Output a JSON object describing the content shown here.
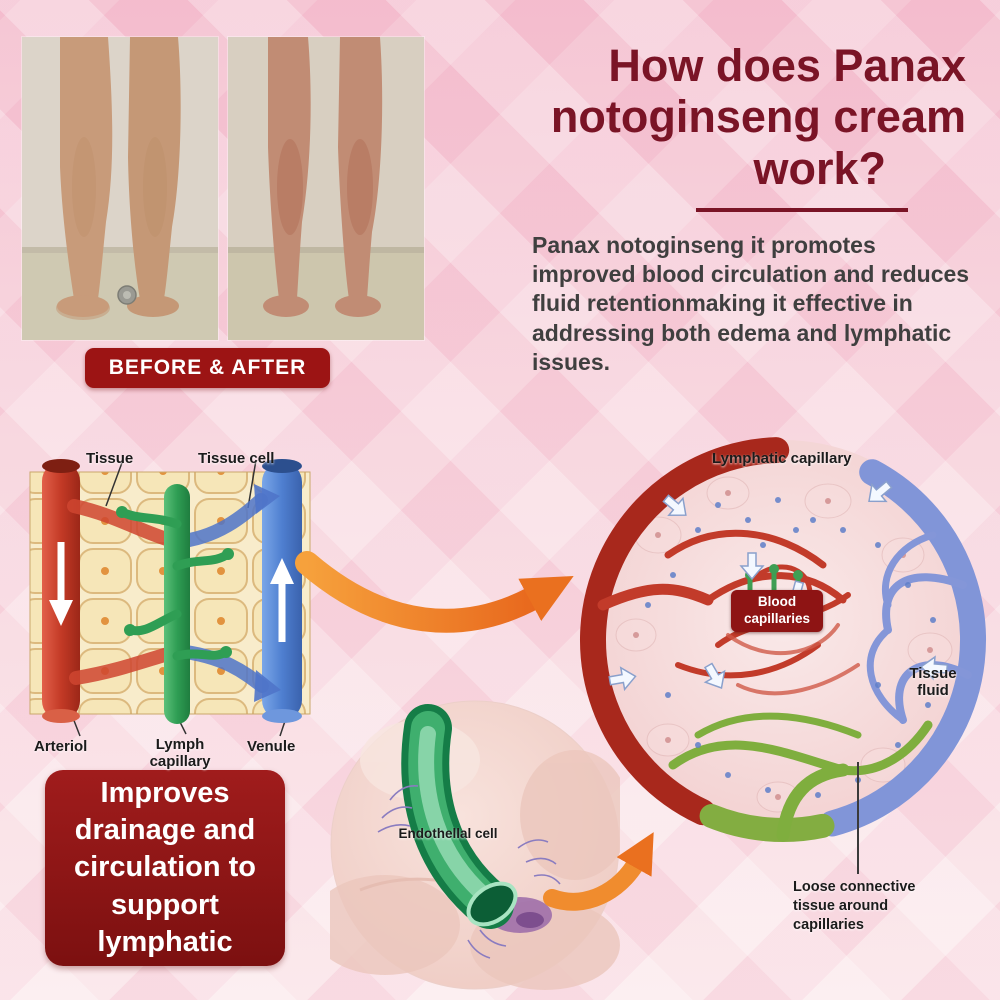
{
  "colors": {
    "accent_dark_red": "#8e1414",
    "heading_maroon": "#7a1426",
    "orange_arrow": "#ea701f",
    "background_pink": "#f6cdd9"
  },
  "header": {
    "title_lines": [
      "How does Panax",
      "notoginseng cream",
      "work?"
    ],
    "paragraph": "Panax notoginseng it promotes improved blood circulation and reduces fluid retentionmaking it effective in addressing both edema and lymphatic issues."
  },
  "before_after": {
    "badge_label": "BEFORE & AFTER"
  },
  "tissue_diagram": {
    "label_tissue": "Tissue",
    "label_tissue_cell": "Tissue cell",
    "label_arteriol": "Arteriol",
    "label_lymph_capillary": "Lymph\ncapillary",
    "label_venule": "Venule"
  },
  "capillary_diagram": {
    "label_lymphatic_capillary": "Lymphatic capillary",
    "label_blood_capillaries": "Blood\ncapillaries",
    "label_tissue_fluid": "Tissue\nfluid",
    "label_loose_connective": "Loose connective tissue around capillaries"
  },
  "endothelial_diagram": {
    "label_endothelial_cell": "Endothellal cell"
  },
  "benefit_box": {
    "text": "Improves drainage and circulation to support lymphatic"
  }
}
